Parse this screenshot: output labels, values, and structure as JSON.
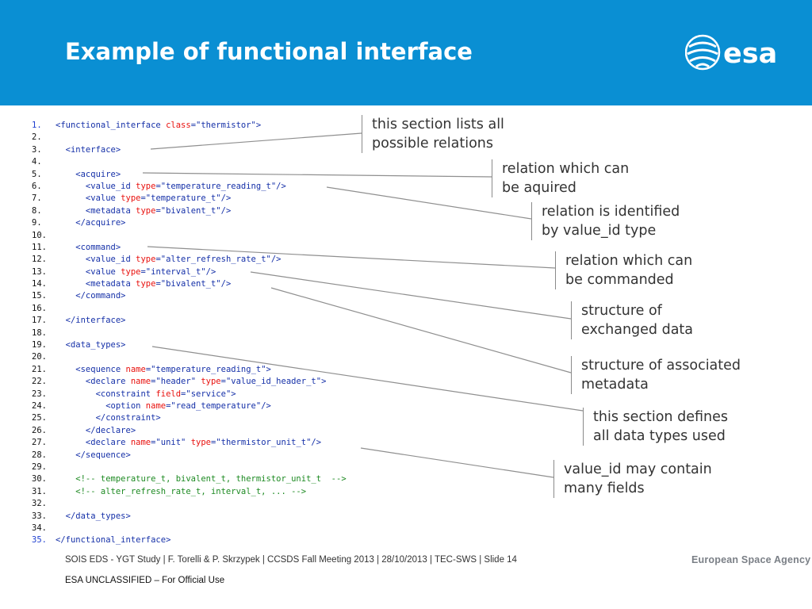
{
  "slide": {
    "title": "Example of functional interface",
    "logo_text": "esa"
  },
  "colors": {
    "header_bg": "#0a8fd3",
    "tag": "#1530a8",
    "attribute": "#e8110e",
    "comment": "#1d8a22",
    "annotation_text": "#333333"
  },
  "code": {
    "lines": [
      {
        "n": "1.",
        "seg": [
          {
            "t": "<functional_interface ",
            "c": "t"
          },
          {
            "t": "class",
            "c": "a"
          },
          {
            "t": "=\"thermistor\">",
            "c": "v"
          }
        ]
      },
      {
        "n": "2.",
        "seg": []
      },
      {
        "n": "3.",
        "seg": [
          {
            "t": "  <interface>",
            "c": "t"
          }
        ]
      },
      {
        "n": "4.",
        "seg": []
      },
      {
        "n": "5.",
        "seg": [
          {
            "t": "    <acquire>",
            "c": "t"
          }
        ]
      },
      {
        "n": "6.",
        "seg": [
          {
            "t": "      <value_id ",
            "c": "t"
          },
          {
            "t": "type",
            "c": "a"
          },
          {
            "t": "=\"temperature_reading_t\"/>",
            "c": "v"
          }
        ]
      },
      {
        "n": "7.",
        "seg": [
          {
            "t": "      <value ",
            "c": "t"
          },
          {
            "t": "type",
            "c": "a"
          },
          {
            "t": "=\"temperature_t\"/>",
            "c": "v"
          }
        ]
      },
      {
        "n": "8.",
        "seg": [
          {
            "t": "      <metadata ",
            "c": "t"
          },
          {
            "t": "type",
            "c": "a"
          },
          {
            "t": "=\"bivalent_t\"/>",
            "c": "v"
          }
        ]
      },
      {
        "n": "9.",
        "seg": [
          {
            "t": "    </acquire>",
            "c": "t"
          }
        ]
      },
      {
        "n": "10.",
        "seg": []
      },
      {
        "n": "11.",
        "seg": [
          {
            "t": "    <command>",
            "c": "t"
          }
        ]
      },
      {
        "n": "12.",
        "seg": [
          {
            "t": "      <value_id ",
            "c": "t"
          },
          {
            "t": "type",
            "c": "a"
          },
          {
            "t": "=\"alter_refresh_rate_t\"/>",
            "c": "v"
          }
        ]
      },
      {
        "n": "13.",
        "seg": [
          {
            "t": "      <value ",
            "c": "t"
          },
          {
            "t": "type",
            "c": "a"
          },
          {
            "t": "=\"interval_t\"/>",
            "c": "v"
          }
        ]
      },
      {
        "n": "14.",
        "seg": [
          {
            "t": "      <metadata ",
            "c": "t"
          },
          {
            "t": "type",
            "c": "a"
          },
          {
            "t": "=\"bivalent_t\"/>",
            "c": "v"
          }
        ]
      },
      {
        "n": "15.",
        "seg": [
          {
            "t": "    </command>",
            "c": "t"
          }
        ]
      },
      {
        "n": "16.",
        "seg": []
      },
      {
        "n": "17.",
        "seg": [
          {
            "t": "  </interface>",
            "c": "t"
          }
        ]
      },
      {
        "n": "18.",
        "seg": []
      },
      {
        "n": "19.",
        "seg": [
          {
            "t": "  <data_types>",
            "c": "t"
          }
        ]
      },
      {
        "n": "20.",
        "seg": []
      },
      {
        "n": "21.",
        "seg": [
          {
            "t": "    <sequence ",
            "c": "t"
          },
          {
            "t": "name",
            "c": "a"
          },
          {
            "t": "=\"temperature_reading_t\">",
            "c": "v"
          }
        ]
      },
      {
        "n": "22.",
        "seg": [
          {
            "t": "      <declare ",
            "c": "t"
          },
          {
            "t": "name",
            "c": "a"
          },
          {
            "t": "=\"header\" ",
            "c": "v"
          },
          {
            "t": "type",
            "c": "a"
          },
          {
            "t": "=\"value_id_header_t\">",
            "c": "v"
          }
        ]
      },
      {
        "n": "23.",
        "seg": [
          {
            "t": "        <constraint ",
            "c": "t"
          },
          {
            "t": "field",
            "c": "a"
          },
          {
            "t": "=\"service\">",
            "c": "v"
          }
        ]
      },
      {
        "n": "24.",
        "seg": [
          {
            "t": "          <option ",
            "c": "t"
          },
          {
            "t": "name",
            "c": "a"
          },
          {
            "t": "=\"read_temperature\"/>",
            "c": "v"
          }
        ]
      },
      {
        "n": "25.",
        "seg": [
          {
            "t": "        </constraint>",
            "c": "t"
          }
        ]
      },
      {
        "n": "26.",
        "seg": [
          {
            "t": "      </declare>",
            "c": "t"
          }
        ]
      },
      {
        "n": "27.",
        "seg": [
          {
            "t": "      <declare ",
            "c": "t"
          },
          {
            "t": "name",
            "c": "a"
          },
          {
            "t": "=\"unit\" ",
            "c": "v"
          },
          {
            "t": "type",
            "c": "a"
          },
          {
            "t": "=\"thermistor_unit_t\"/>",
            "c": "v"
          }
        ]
      },
      {
        "n": "28.",
        "seg": [
          {
            "t": "    </sequence>",
            "c": "t"
          }
        ]
      },
      {
        "n": "29.",
        "seg": []
      },
      {
        "n": "30.",
        "seg": [
          {
            "t": "    <!-- temperature_t, bivalent_t, thermistor_unit_t  -->",
            "c": "c"
          }
        ]
      },
      {
        "n": "31.",
        "seg": [
          {
            "t": "    <!-- alter_refresh_rate_t, interval_t, ... -->",
            "c": "c"
          }
        ]
      },
      {
        "n": "32.",
        "seg": []
      },
      {
        "n": "33.",
        "seg": [
          {
            "t": "  </data_types>",
            "c": "t"
          }
        ]
      },
      {
        "n": "34.",
        "seg": []
      },
      {
        "n": "35.",
        "seg": [
          {
            "t": "</functional_interface>",
            "c": "t"
          }
        ]
      }
    ]
  },
  "annotations": [
    {
      "line1": "this section lists all",
      "line2": "possible relations"
    },
    {
      "line1": "relation which can",
      "line2": "be aquired"
    },
    {
      "line1": "relation is identified",
      "line2": "by value_id type"
    },
    {
      "line1": "relation which can",
      "line2": "be commanded"
    },
    {
      "line1": "structure of",
      "line2": "exchanged data"
    },
    {
      "line1": "structure of associated",
      "line2": "metadata"
    },
    {
      "line1": "this section defines",
      "line2": "all data types used"
    },
    {
      "line1": "value_id may contain",
      "line2": "many fields"
    }
  ],
  "footer": {
    "text": "SOIS EDS - YGT Study | F. Torelli & P. Skrzypek | CCSDS Fall Meeting 2013 | 28/10/2013 | TEC-SWS | Slide  14",
    "agency": "European Space Agency",
    "classification": "ESA UNCLASSIFIED – For Official Use"
  }
}
